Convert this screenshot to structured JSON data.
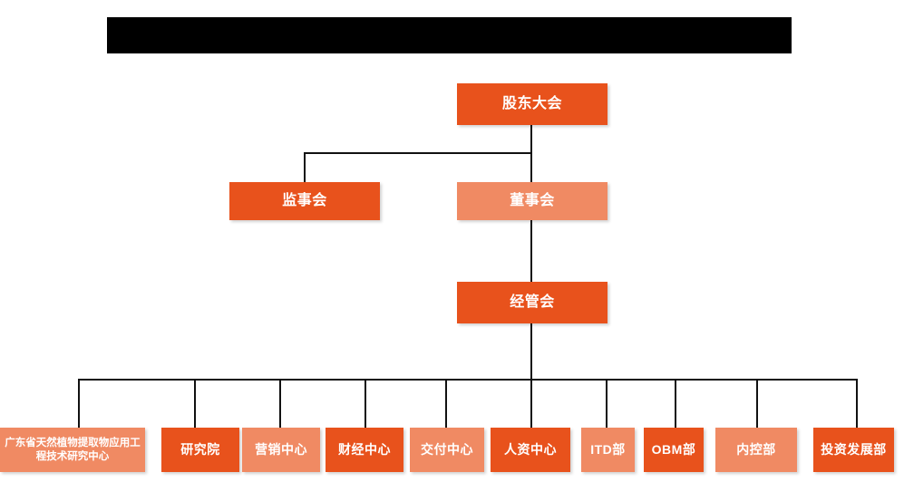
{
  "page": {
    "title_bar": {
      "name": "redacted-title-bar",
      "color": "#000000",
      "label": ""
    },
    "background_color": "#ffffff",
    "line_color": "#111111"
  },
  "palette": {
    "dark_orange": "#E8521C",
    "light_orange": "#F08A63",
    "text_color": "#ffffff"
  },
  "chart_data": {
    "type": "diagram",
    "diagram_type": "org-chart",
    "title": "",
    "levels": [
      {
        "level": 1,
        "nodes": [
          {
            "id": "shareholders",
            "label": "股东大会",
            "tone": "dark"
          }
        ]
      },
      {
        "level": 2,
        "nodes": [
          {
            "id": "supervisors",
            "label": "监事会",
            "tone": "dark"
          },
          {
            "id": "directors",
            "label": "董事会",
            "tone": "light"
          }
        ]
      },
      {
        "level": 3,
        "nodes": [
          {
            "id": "management",
            "label": "经管会",
            "tone": "dark"
          }
        ]
      },
      {
        "level": 4,
        "nodes": [
          {
            "id": "gd-center",
            "label": "广东省天然植物提取物应用工程技术研究中心",
            "tone": "light"
          },
          {
            "id": "research-institute",
            "label": "研究院",
            "tone": "dark"
          },
          {
            "id": "marketing-center",
            "label": "营销中心",
            "tone": "light"
          },
          {
            "id": "finance-center",
            "label": "财经中心",
            "tone": "dark"
          },
          {
            "id": "delivery-center",
            "label": "交付中心",
            "tone": "light"
          },
          {
            "id": "hr-center",
            "label": "人资中心",
            "tone": "dark"
          },
          {
            "id": "itd-dept",
            "label": "ITD部",
            "tone": "light"
          },
          {
            "id": "obm-dept",
            "label": "OBM部",
            "tone": "dark"
          },
          {
            "id": "internal-control-dept",
            "label": "内控部",
            "tone": "light"
          },
          {
            "id": "investment-dev-dept",
            "label": "投资发展部",
            "tone": "dark"
          }
        ]
      }
    ],
    "edges": [
      {
        "from": "shareholders",
        "to": "supervisors"
      },
      {
        "from": "shareholders",
        "to": "directors"
      },
      {
        "from": "directors",
        "to": "management"
      },
      {
        "from": "management",
        "to": "gd-center"
      },
      {
        "from": "management",
        "to": "research-institute"
      },
      {
        "from": "management",
        "to": "marketing-center"
      },
      {
        "from": "management",
        "to": "finance-center"
      },
      {
        "from": "management",
        "to": "delivery-center"
      },
      {
        "from": "management",
        "to": "hr-center"
      },
      {
        "from": "management",
        "to": "itd-dept"
      },
      {
        "from": "management",
        "to": "obm-dept"
      },
      {
        "from": "management",
        "to": "internal-control-dept"
      },
      {
        "from": "management",
        "to": "investment-dev-dept"
      }
    ]
  }
}
